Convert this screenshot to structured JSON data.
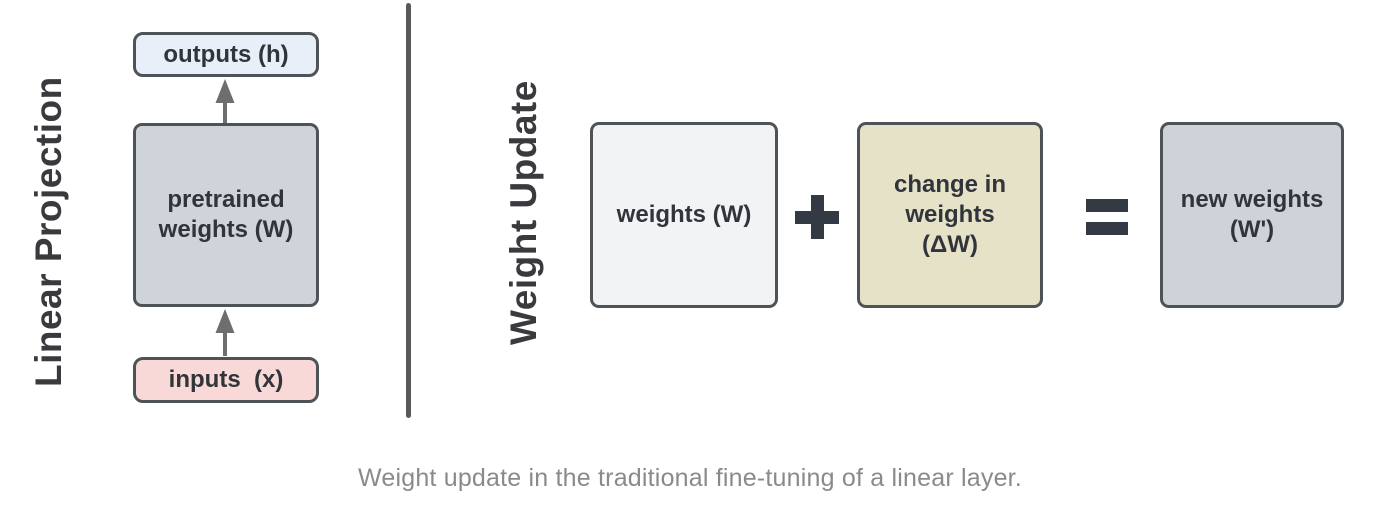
{
  "left_panel": {
    "title": "Linear Projection",
    "outputs_label": "outputs (h)",
    "pretrained_label": "pretrained\nweights (W)",
    "inputs_label": "inputs  (x)"
  },
  "right_panel": {
    "title": "Weight Update",
    "weights_label": "weights (W)",
    "plus_symbol": "+",
    "change_label": "change in\nweights\n(ΔW)",
    "equals_symbol": "=",
    "new_weights_label": "new weights\n(W')"
  },
  "caption": "Weight update in the traditional fine-tuning of a linear layer.",
  "colors": {
    "outputs_fill": "#e9eff8",
    "pretrained_fill": "#cfd4da",
    "inputs_fill": "#f8d9d7",
    "weights_fill": "#f2f3f4",
    "change_fill": "#e6e2c8",
    "new_weights_fill": "#ced3da",
    "box_border": "#4e5358",
    "box_text": "#31353b",
    "title_text": "#3a3a3e",
    "operator": "#333a44",
    "arrow": "#6e6e6e",
    "divider": "#595959",
    "caption_text": "#8a8a8a"
  }
}
